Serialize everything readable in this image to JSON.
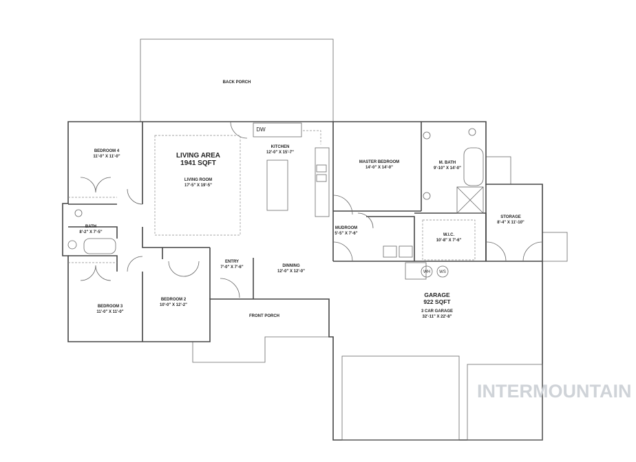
{
  "plan": {
    "back_porch": "BACK PORCH",
    "front_porch": "FRONT PORCH",
    "living_area": {
      "title": "LIVING AREA",
      "sqft": "1941 SQFT"
    },
    "garage": {
      "title": "GARAGE",
      "sqft": "922 SQFT",
      "type": "3 CAR GARAGE",
      "size": "32'-11\" X 22'-8\""
    },
    "appliances": {
      "dw": "DW",
      "wh": "WH",
      "ws": "WS"
    },
    "rooms": [
      {
        "name": "BEDROOM 4",
        "size": "11'-0\" X 11'-0\""
      },
      {
        "name": "BATH",
        "size": "8'-2\" X 7'-5\""
      },
      {
        "name": "BEDROOM 3",
        "size": "11'-0\" X 11'-0\""
      },
      {
        "name": "BEDROOM 2",
        "size": "10'-0\" X 12'-2\""
      },
      {
        "name": "LIVING ROOM",
        "size": "17'-5\" X 19'-5\""
      },
      {
        "name": "KITCHEN",
        "size": "12'-0\" X 15'-7\""
      },
      {
        "name": "ENTRY",
        "size": "7'-0\" X 7'-6\""
      },
      {
        "name": "DINNING",
        "size": "12'-0\" X 12'-0\""
      },
      {
        "name": "MASTER BEDROOM",
        "size": "14'-0\" X 14'-0\""
      },
      {
        "name": "M. BATH",
        "size": "9'-10\" X 14'-0\""
      },
      {
        "name": "MUDROOM",
        "size": "5'-5\" X 7'-6\""
      },
      {
        "name": "W.I.C.",
        "size": "10'-8\" X 7'-6\""
      },
      {
        "name": "STORAGE",
        "size": "8'-4\" X 11'-10\""
      }
    ]
  },
  "watermark": "INTERMOUNTAIN"
}
